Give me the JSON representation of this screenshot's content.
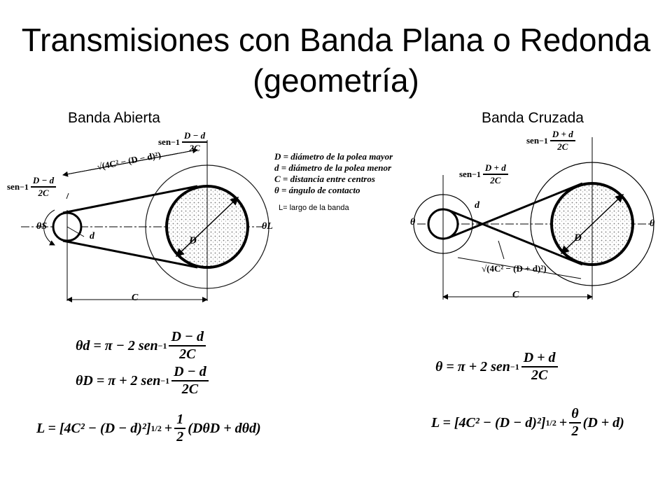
{
  "title": "Transmisiones con Banda Plana o Redonda (geometría)",
  "open_label": "Banda Abierta",
  "crossed_label": "Banda Cruzada",
  "legend": {
    "line1": "D = diámetro de la polea mayor",
    "line2": "d = diámetro de la polea menor",
    "line3": "C = distancia entre centros",
    "line4": "θ = ángulo de contacto",
    "line5": "L= largo de la banda"
  },
  "open_diagram": {
    "sen_top": "sen",
    "sen_top_num": "D − d",
    "sen_top_den": "2C",
    "sen_left": "sen",
    "sen_left_num": "D − d",
    "sen_left_den": "2C",
    "tangent_len": "√(4C² − (D − d)²)",
    "theta_s": "θS",
    "theta_l": "θL",
    "small_d": "d",
    "big_d": "D",
    "center_c": "C"
  },
  "crossed_diagram": {
    "sen_top": "sen",
    "sen_top_num": "D + d",
    "sen_top_den": "2C",
    "sen_left": "sen",
    "sen_left_num": "D + d",
    "sen_left_den": "2C",
    "tangent_len": "√(4C² − (D + d)²)",
    "theta_left": "θ",
    "theta_right": "θ",
    "small_d": "d",
    "big_d": "D",
    "center_c": "C"
  },
  "equations": {
    "open_theta_d_lhs": "θd = π − 2 sen",
    "open_theta_D_lhs": "θD = π + 2 sen",
    "open_frac_num": "D − d",
    "open_frac_den": "2C",
    "open_L_lhs": "L = [4C² − (D − d)²]",
    "open_L_half": "1",
    "open_L_half_den": "2",
    "open_L_rhs": "(DθD + dθd)",
    "crossed_theta_lhs": "θ = π + 2 sen",
    "crossed_frac_num": "D + d",
    "crossed_frac_den": "2C",
    "crossed_L_lhs": "L = [4C² − (D − d)²]",
    "crossed_L_theta": "θ",
    "crossed_L_den": "2",
    "crossed_L_rhs": "(D + d)",
    "exp_half": "1/2",
    "inv_exp": "−1"
  }
}
